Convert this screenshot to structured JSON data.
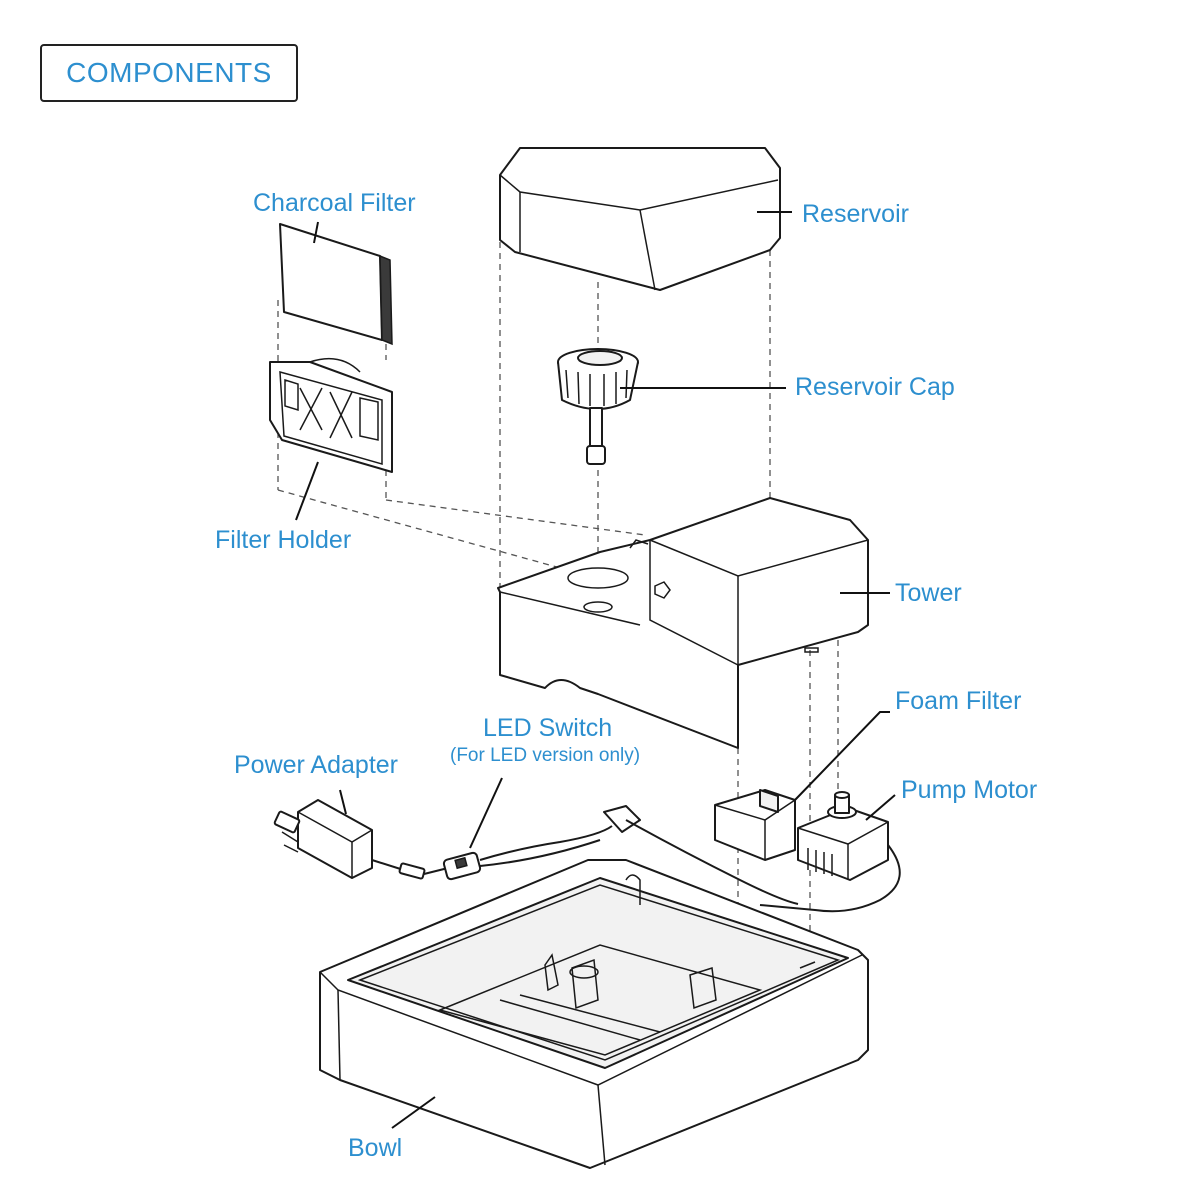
{
  "header": {
    "title": "COMPONENTS"
  },
  "labels": {
    "charcoal_filter": "Charcoal Filter",
    "reservoir": "Reservoir",
    "reservoir_cap": "Reservoir Cap",
    "filter_holder": "Filter Holder",
    "tower": "Tower",
    "foam_filter": "Foam Filter",
    "led_switch": "LED Switch",
    "led_switch_note": "(For LED version only)",
    "power_adapter": "Power Adapter",
    "pump_motor": "Pump Motor",
    "bowl": "Bowl"
  },
  "colors": {
    "label": "#2d8fcf",
    "line": "#1a1a1a",
    "frame": "#222222"
  }
}
